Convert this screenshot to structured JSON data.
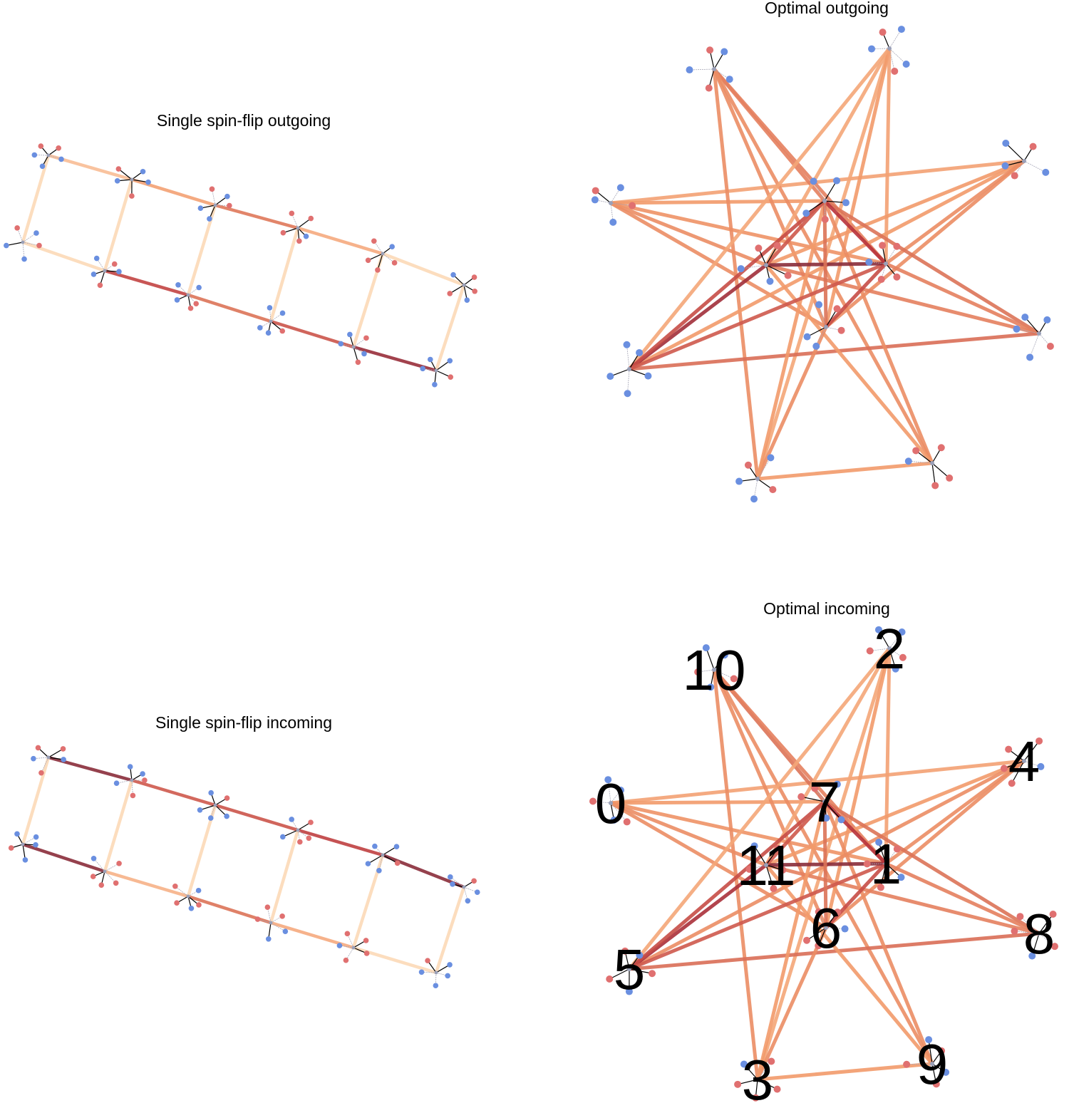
{
  "panels": [
    {
      "id": "ssf_out",
      "title": "Single spin-flip outgoing",
      "nodes": [
        {
          "id": 0,
          "fx": "0"
        },
        {
          "id": 1,
          "fx": "1"
        },
        {
          "id": 2,
          "fx": "2"
        },
        {
          "id": 3,
          "fx": "3"
        },
        {
          "id": 4,
          "fx": "4"
        },
        {
          "id": 5,
          "fx": "5"
        },
        {
          "id": 6,
          "fx": "6"
        },
        {
          "id": 7,
          "fx": "7"
        },
        {
          "id": 8,
          "fx": "8"
        },
        {
          "id": 9,
          "fx": "9"
        },
        {
          "id": 10,
          "fx": "10"
        },
        {
          "id": 11,
          "fx": "11"
        }
      ],
      "edges": [
        {
          "a": 0,
          "b": 1,
          "w": 0.18
        },
        {
          "a": 1,
          "b": 2,
          "w": 0.78
        },
        {
          "a": 2,
          "b": 3,
          "w": 0.6
        },
        {
          "a": 3,
          "b": 4,
          "w": 0.72
        },
        {
          "a": 4,
          "b": 5,
          "w": 0.92
        },
        {
          "a": 6,
          "b": 7,
          "w": 0.3
        },
        {
          "a": 7,
          "b": 8,
          "w": 0.42
        },
        {
          "a": 8,
          "b": 9,
          "w": 0.58
        },
        {
          "a": 9,
          "b": 10,
          "w": 0.38
        },
        {
          "a": 10,
          "b": 11,
          "w": 0.18
        },
        {
          "a": 0,
          "b": 6,
          "w": 0.18
        },
        {
          "a": 1,
          "b": 7,
          "w": 0.18
        },
        {
          "a": 2,
          "b": 8,
          "w": 0.18
        },
        {
          "a": 3,
          "b": 9,
          "w": 0.18
        },
        {
          "a": 4,
          "b": 10,
          "w": 0.18
        },
        {
          "a": 5,
          "b": 11,
          "w": 0.18
        }
      ]
    },
    {
      "id": "opt_out",
      "title": "Optimal outgoing",
      "nodes": [
        {
          "id": 0
        },
        {
          "id": 1
        },
        {
          "id": 2
        },
        {
          "id": 3
        },
        {
          "id": 4
        },
        {
          "id": 5
        },
        {
          "id": 6
        },
        {
          "id": 7
        },
        {
          "id": 8
        },
        {
          "id": 9
        },
        {
          "id": 10
        },
        {
          "id": 11
        }
      ],
      "edges": [
        {
          "a": 0,
          "b": 4,
          "w": 0.42
        },
        {
          "a": 0,
          "b": 6,
          "w": 0.5
        },
        {
          "a": 0,
          "b": 7,
          "w": 0.45
        },
        {
          "a": 0,
          "b": 11,
          "w": 0.5
        },
        {
          "a": 0,
          "b": 1,
          "w": 0.48
        },
        {
          "a": 10,
          "b": 7,
          "w": 0.55
        },
        {
          "a": 10,
          "b": 6,
          "w": 0.5
        },
        {
          "a": 10,
          "b": 3,
          "w": 0.5
        },
        {
          "a": 10,
          "b": 1,
          "w": 0.55
        },
        {
          "a": 10,
          "b": 9,
          "w": 0.5
        },
        {
          "a": 2,
          "b": 3,
          "w": 0.4
        },
        {
          "a": 2,
          "b": 11,
          "w": 0.4
        },
        {
          "a": 2,
          "b": 6,
          "w": 0.45
        },
        {
          "a": 2,
          "b": 5,
          "w": 0.4
        },
        {
          "a": 2,
          "b": 1,
          "w": 0.42
        },
        {
          "a": 4,
          "b": 11,
          "w": 0.45
        },
        {
          "a": 4,
          "b": 5,
          "w": 0.45
        },
        {
          "a": 4,
          "b": 6,
          "w": 0.5
        },
        {
          "a": 4,
          "b": 1,
          "w": 0.5
        },
        {
          "a": 8,
          "b": 11,
          "w": 0.55
        },
        {
          "a": 8,
          "b": 7,
          "w": 0.6
        },
        {
          "a": 8,
          "b": 5,
          "w": 0.62
        },
        {
          "a": 8,
          "b": 1,
          "w": 0.55
        },
        {
          "a": 9,
          "b": 7,
          "w": 0.5
        },
        {
          "a": 9,
          "b": 11,
          "w": 0.45
        },
        {
          "a": 9,
          "b": 3,
          "w": 0.45
        },
        {
          "a": 3,
          "b": 6,
          "w": 0.5
        },
        {
          "a": 3,
          "b": 7,
          "w": 0.45
        },
        {
          "a": 5,
          "b": 11,
          "w": 0.9
        },
        {
          "a": 5,
          "b": 7,
          "w": 0.75
        },
        {
          "a": 5,
          "b": 1,
          "w": 0.7
        },
        {
          "a": 11,
          "b": 1,
          "w": 0.95
        },
        {
          "a": 7,
          "b": 1,
          "w": 0.85
        },
        {
          "a": 7,
          "b": 6,
          "w": 0.6
        },
        {
          "a": 6,
          "b": 1,
          "w": 0.75
        },
        {
          "a": 7,
          "b": 11,
          "w": 0.7
        }
      ]
    },
    {
      "id": "ssf_in",
      "title": "Single spin-flip incoming",
      "nodes": [
        {
          "id": 0
        },
        {
          "id": 1
        },
        {
          "id": 2
        },
        {
          "id": 3
        },
        {
          "id": 4
        },
        {
          "id": 5
        },
        {
          "id": 6
        },
        {
          "id": 7
        },
        {
          "id": 8
        },
        {
          "id": 9
        },
        {
          "id": 10
        },
        {
          "id": 11
        }
      ],
      "edges": [
        {
          "a": 0,
          "b": 1,
          "w": 0.95
        },
        {
          "a": 1,
          "b": 2,
          "w": 0.35
        },
        {
          "a": 2,
          "b": 3,
          "w": 0.6
        },
        {
          "a": 3,
          "b": 4,
          "w": 0.38
        },
        {
          "a": 4,
          "b": 5,
          "w": 0.18
        },
        {
          "a": 6,
          "b": 7,
          "w": 0.95
        },
        {
          "a": 7,
          "b": 8,
          "w": 0.7
        },
        {
          "a": 8,
          "b": 9,
          "w": 0.72
        },
        {
          "a": 9,
          "b": 10,
          "w": 0.8
        },
        {
          "a": 10,
          "b": 11,
          "w": 0.95
        },
        {
          "a": 0,
          "b": 6,
          "w": 0.18
        },
        {
          "a": 1,
          "b": 7,
          "w": 0.18
        },
        {
          "a": 2,
          "b": 8,
          "w": 0.18
        },
        {
          "a": 3,
          "b": 9,
          "w": 0.18
        },
        {
          "a": 4,
          "b": 10,
          "w": 0.18
        },
        {
          "a": 5,
          "b": 11,
          "w": 0.18
        }
      ]
    },
    {
      "id": "opt_in",
      "title": "Optimal incoming",
      "nodes": [
        {
          "id": 0,
          "label": "0"
        },
        {
          "id": 1,
          "label": "1"
        },
        {
          "id": 2,
          "label": "2"
        },
        {
          "id": 3,
          "label": "3"
        },
        {
          "id": 4,
          "label": "4"
        },
        {
          "id": 5,
          "label": "5"
        },
        {
          "id": 6,
          "label": "6"
        },
        {
          "id": 7,
          "label": "7"
        },
        {
          "id": 8,
          "label": "8"
        },
        {
          "id": 9,
          "label": "9"
        },
        {
          "id": 10,
          "label": "10"
        },
        {
          "id": 11,
          "label": "11"
        }
      ],
      "edges": [
        {
          "a": 0,
          "b": 4,
          "w": 0.42
        },
        {
          "a": 0,
          "b": 6,
          "w": 0.5
        },
        {
          "a": 0,
          "b": 7,
          "w": 0.45
        },
        {
          "a": 0,
          "b": 11,
          "w": 0.5
        },
        {
          "a": 0,
          "b": 1,
          "w": 0.48
        },
        {
          "a": 10,
          "b": 7,
          "w": 0.6
        },
        {
          "a": 10,
          "b": 6,
          "w": 0.5
        },
        {
          "a": 10,
          "b": 3,
          "w": 0.5
        },
        {
          "a": 10,
          "b": 1,
          "w": 0.55
        },
        {
          "a": 10,
          "b": 9,
          "w": 0.5
        },
        {
          "a": 2,
          "b": 3,
          "w": 0.4
        },
        {
          "a": 2,
          "b": 11,
          "w": 0.4
        },
        {
          "a": 2,
          "b": 6,
          "w": 0.45
        },
        {
          "a": 2,
          "b": 5,
          "w": 0.4
        },
        {
          "a": 2,
          "b": 1,
          "w": 0.42
        },
        {
          "a": 4,
          "b": 11,
          "w": 0.45
        },
        {
          "a": 4,
          "b": 5,
          "w": 0.5
        },
        {
          "a": 4,
          "b": 6,
          "w": 0.5
        },
        {
          "a": 4,
          "b": 1,
          "w": 0.5
        },
        {
          "a": 8,
          "b": 11,
          "w": 0.55
        },
        {
          "a": 8,
          "b": 7,
          "w": 0.6
        },
        {
          "a": 8,
          "b": 5,
          "w": 0.62
        },
        {
          "a": 8,
          "b": 1,
          "w": 0.55
        },
        {
          "a": 9,
          "b": 7,
          "w": 0.5
        },
        {
          "a": 9,
          "b": 11,
          "w": 0.45
        },
        {
          "a": 9,
          "b": 3,
          "w": 0.45
        },
        {
          "a": 3,
          "b": 6,
          "w": 0.5
        },
        {
          "a": 3,
          "b": 7,
          "w": 0.45
        },
        {
          "a": 5,
          "b": 11,
          "w": 0.88
        },
        {
          "a": 5,
          "b": 7,
          "w": 0.75
        },
        {
          "a": 5,
          "b": 1,
          "w": 0.7
        },
        {
          "a": 11,
          "b": 1,
          "w": 0.95
        },
        {
          "a": 7,
          "b": 1,
          "w": 0.85
        },
        {
          "a": 7,
          "b": 6,
          "w": 0.6
        },
        {
          "a": 6,
          "b": 1,
          "w": 0.75
        },
        {
          "a": 7,
          "b": 11,
          "w": 0.7
        }
      ]
    }
  ],
  "colors": {
    "edge_low": "#fde0c0",
    "edge_mid": "#f29a6a",
    "edge_high": "#b8323a",
    "edge_max": "#8a2c3a",
    "atom_red": "#e07070",
    "atom_blue": "#6a8fe0",
    "bond_dark": "#000000",
    "bond_light": "#a8a8b8"
  }
}
